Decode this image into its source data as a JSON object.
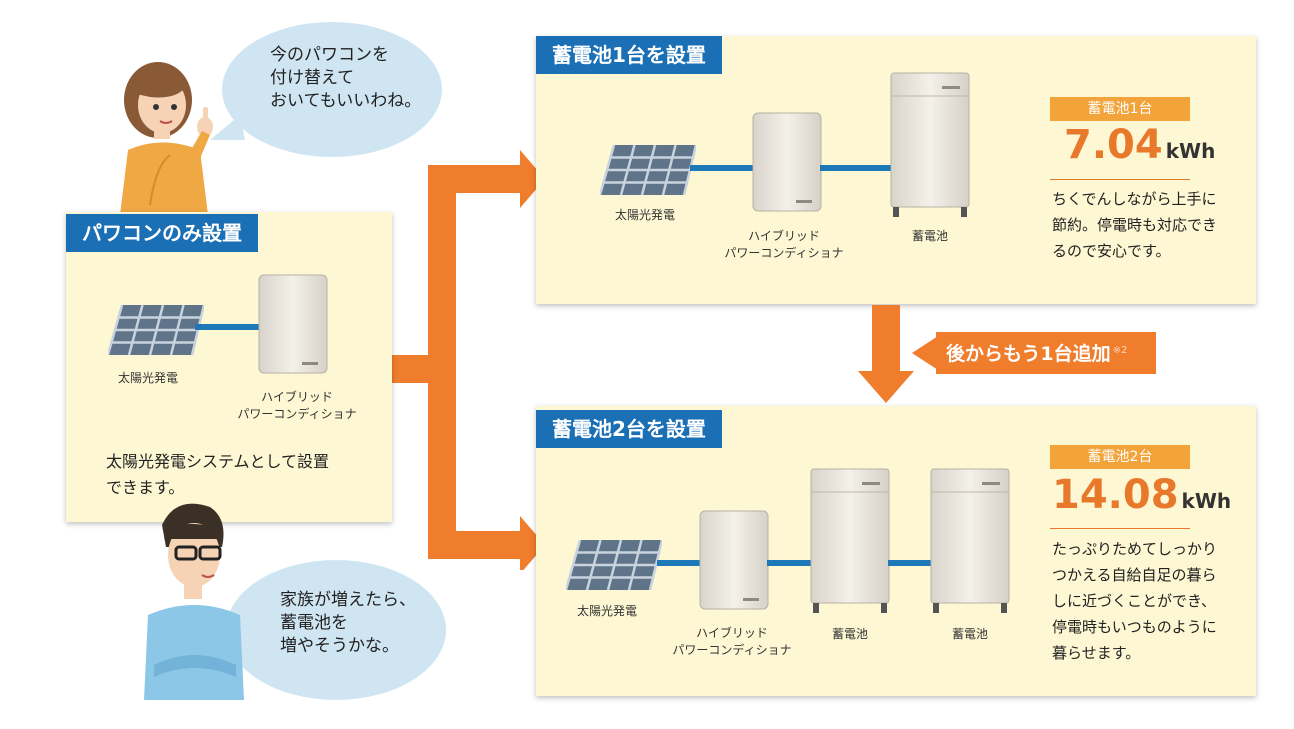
{
  "bubbles": {
    "woman": [
      "今のパワコンを",
      "付け替えて",
      "おいてもいいわね。"
    ],
    "man": [
      "家族が増えたら、",
      "蓄電池を",
      "増やそうかな。"
    ]
  },
  "panel_main": {
    "title": "パワコンのみ設置",
    "solar_label": "太陽光発電",
    "inverter_label": [
      "ハイブリッド",
      "パワーコンディショナ"
    ],
    "description": [
      "太陽光発電システムとして設置",
      "できます。"
    ]
  },
  "panel_one": {
    "title": "蓄電池1台を設置",
    "solar_label": "太陽光発電",
    "inverter_label": [
      "ハイブリッド",
      "パワーコンディショナ"
    ],
    "battery_label": "蓄電池",
    "badge": "蓄電池1台",
    "capacity_value": "7.04",
    "capacity_unit": "kWh",
    "description": [
      "ちくでんしながら上手に",
      "節約。停電時も対応でき",
      "るので安心です。"
    ]
  },
  "panel_two": {
    "title": "蓄電池2台を設置",
    "solar_label": "太陽光発電",
    "inverter_label": [
      "ハイブリッド",
      "パワーコンディショナ"
    ],
    "battery_label_1": "蓄電池",
    "battery_label_2": "蓄電池",
    "badge": "蓄電池2台",
    "capacity_value": "14.08",
    "capacity_unit": "kWh",
    "description": [
      "たっぷりためてしっかり",
      "つかえる自給自足の暮ら",
      "しに近づくことができ、",
      "停電時もいつものように",
      "暮らせます。"
    ]
  },
  "add_callout": {
    "text": "後からもう1台追加",
    "note": "※2"
  },
  "colors": {
    "arrow": "#ef7d2c",
    "title_bar": "#1a6fb5",
    "panel_bg": "#fdf7d3",
    "badge": "#f2a33a",
    "wire": "#1d78b8",
    "bubble": "#cfe6f2"
  }
}
